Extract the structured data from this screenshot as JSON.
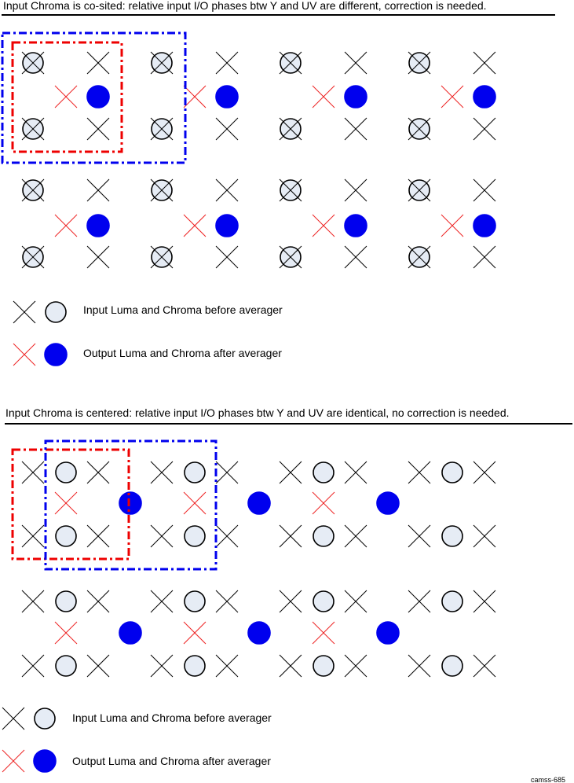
{
  "top": {
    "title": "Input Chroma is co-sited: relative input I/O phases btw Y and UV are different, correction is needed.",
    "legend": [
      {
        "text": "Input Luma and Chroma before averager"
      },
      {
        "text": "Output Luma and Chroma after averager"
      }
    ]
  },
  "bottom": {
    "title": "Input Chroma is centered: relative input I/O phases btw Y and UV are identical, no correction is needed.",
    "legend": [
      {
        "text": "Input Luma and Chroma before averager"
      },
      {
        "text": "Output Luma and Chroma after averager"
      }
    ]
  },
  "figure_id": "camss-685",
  "colors": {
    "input_mark": "#000000",
    "input_circle_fill": "#e6ecf5",
    "output_mark": "#ee2222",
    "output_circle_fill": "#0000ee",
    "output_window": "#ee0000",
    "input_window": "#0000ee"
  },
  "icons": [
    "black-cross",
    "light-circle",
    "red-cross",
    "blue-dot",
    "red-dashdot-box",
    "blue-dashdot-box"
  ]
}
